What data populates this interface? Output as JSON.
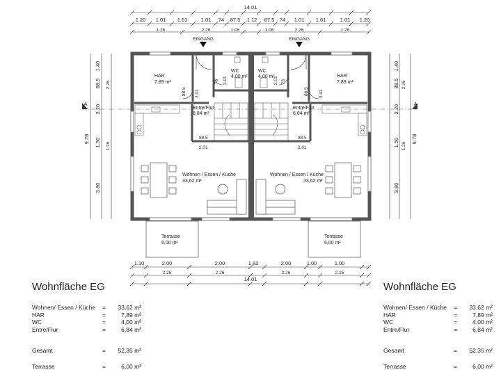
{
  "dims": {
    "total_width": "14.01",
    "top_row1": [
      "1.20",
      "1.01",
      "1.61",
      "1.01",
      "74",
      "87.5",
      "1.12",
      "87.5",
      "74",
      "1.01",
      "1.61",
      "1.01",
      "1.20"
    ],
    "top_row2": [
      "1.26",
      "2.26",
      "1.06",
      "1.06",
      "2.26",
      "1.26"
    ],
    "bottom_row1": [
      "1.10",
      "2.00",
      "2.00",
      "1.82",
      "2.00",
      "1.00",
      "1.00"
    ],
    "bottom_row2": [
      "2.26",
      "2.26",
      "2.26",
      "2.26"
    ],
    "side_outer": "9.78",
    "side_row1": [
      "1.40",
      "88.5",
      "2.20",
      "1.50",
      "3.80"
    ],
    "side_row2": [
      "2.26",
      "1.26"
    ]
  },
  "labels": {
    "entrance": "EINGANG",
    "section_marker": "A",
    "inner_small": [
      "88.5",
      "2.01",
      "76",
      "2.01",
      "88.5",
      "2.01"
    ]
  },
  "rooms": [
    {
      "name": "HAR",
      "area": "7,89 m²"
    },
    {
      "name": "WC",
      "area": "4,00 m²"
    },
    {
      "name": "Entre/Flur",
      "area": "6,84 m²"
    },
    {
      "name": "Wohnen / Essen / Küche",
      "area": "33,62 m²"
    },
    {
      "name": "Terrasse",
      "area": "6,00 m²"
    }
  ],
  "area_table": {
    "title": "Wohnfläche  EG",
    "rows": [
      {
        "label": "Wohnen/ Essen / Küche",
        "value": "33,62 m²"
      },
      {
        "label": "HAR",
        "value": "7,89 m²"
      },
      {
        "label": "WC",
        "value": "4,00 m²"
      },
      {
        "label": "Entre/Flur",
        "value": "6,84 m²"
      }
    ],
    "total": {
      "label": "Gesamt",
      "value": "52,35 m²"
    },
    "terrace": {
      "label": "Terrasse",
      "value": "6,00 m²"
    }
  }
}
